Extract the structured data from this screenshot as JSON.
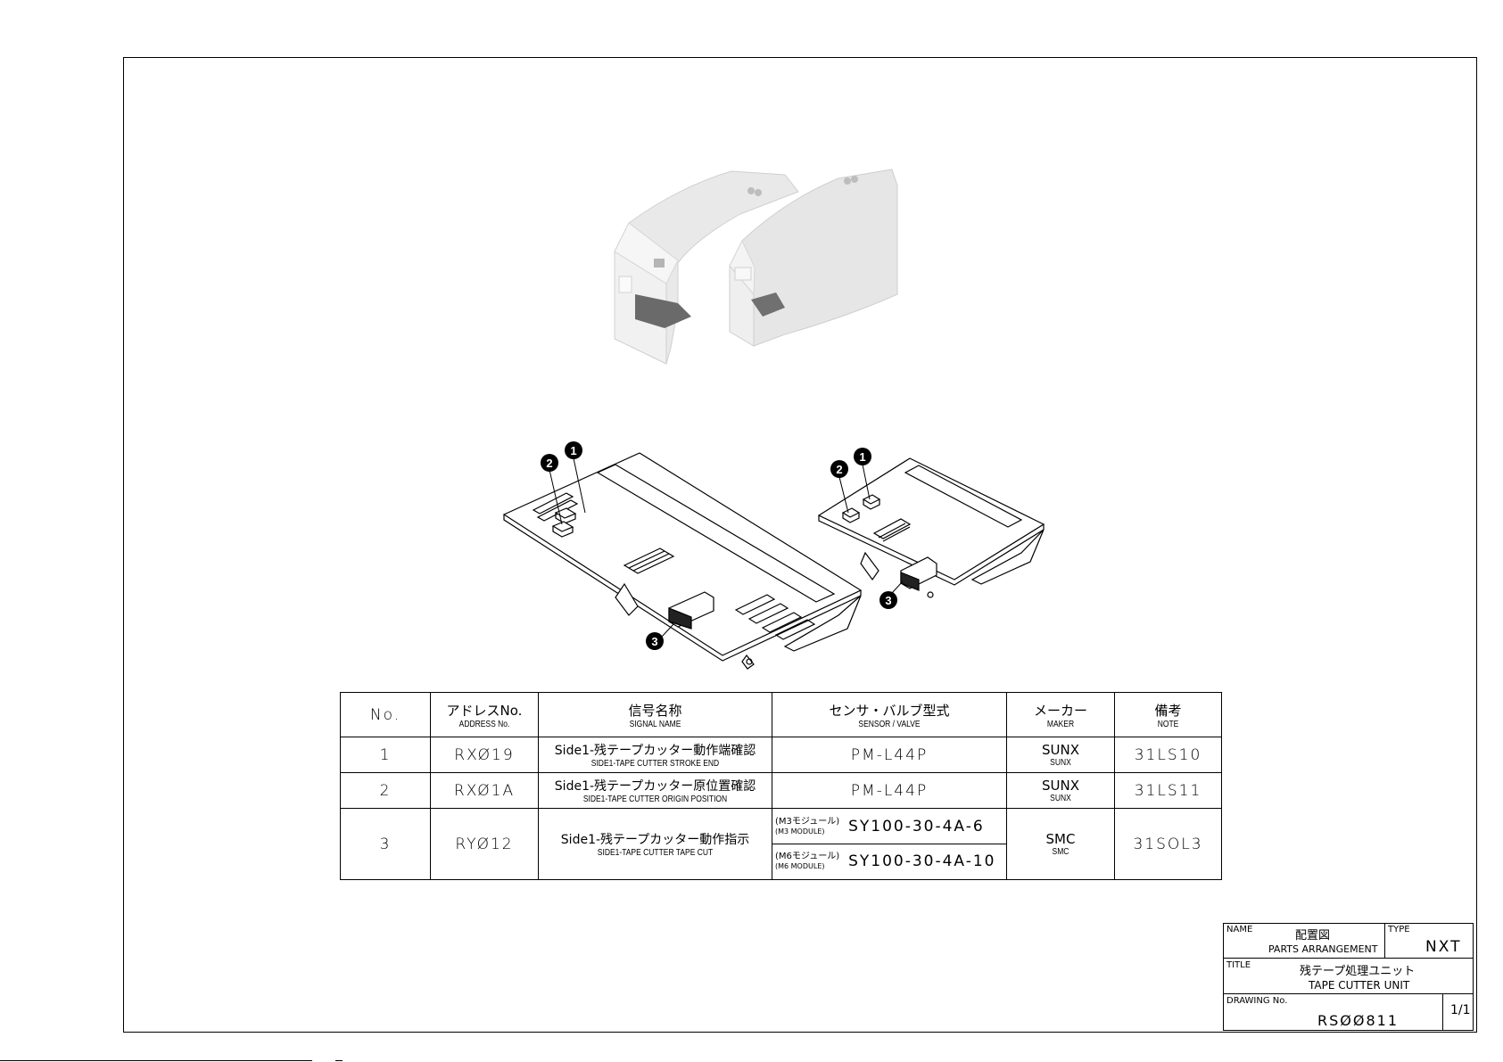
{
  "table": {
    "headers": [
      {
        "jp": "No.",
        "en": ""
      },
      {
        "jp": "アドレスNo.",
        "en": "ADDRESS No."
      },
      {
        "jp": "信号名称",
        "en": "SIGNAL NAME"
      },
      {
        "jp": "センサ・バルブ型式",
        "en": "SENSOR / VALVE"
      },
      {
        "jp": "メーカー",
        "en": "MAKER"
      },
      {
        "jp": "備考",
        "en": "NOTE"
      }
    ],
    "rows": [
      {
        "no": "1",
        "address": "RXØ19",
        "signal_jp": "Side1-残テープカッター動作端確認",
        "signal_en": "SIDE1-TAPE CUTTER STROKE END",
        "sensor": "PM-L44P",
        "maker": "SUNX",
        "maker_sub": "SUNX",
        "note": "31LS10"
      },
      {
        "no": "2",
        "address": "RXØ1A",
        "signal_jp": "Side1-残テープカッター原位置確認",
        "signal_en": "SIDE1-TAPE CUTTER ORIGIN POSITION",
        "sensor": "PM-L44P",
        "maker": "SUNX",
        "maker_sub": "SUNX",
        "note": "31LS11"
      },
      {
        "no": "3",
        "address": "RYØ12",
        "signal_jp": "Side1-残テープカッター動作指示",
        "signal_en": "SIDE1-TAPE CUTTER TAPE CUT",
        "valves": [
          {
            "tag_jp": "(M3モジュール)",
            "tag_en": "(M3 MODULE)",
            "value": "SY100-30-4A-6"
          },
          {
            "tag_jp": "(M6モジュール)",
            "tag_en": "(M6 MODULE)",
            "value": "SY100-30-4A-10"
          }
        ],
        "maker": "SMC",
        "maker_sub": "SMC",
        "note": "31SOL3"
      }
    ]
  },
  "callouts": [
    "1",
    "2",
    "3"
  ],
  "title_block": {
    "name_label": "NAME",
    "name_jp": "配置図",
    "name_en": "PARTS ARRANGEMENT",
    "type_label": "TYPE",
    "type_value": "NXT",
    "title_label": "TITLE",
    "title_jp": "残テープ処理ユニット",
    "title_en": "TAPE CUTTER UNIT",
    "drawing_label": "DRAWING No.",
    "drawing_no": "RSØØ811",
    "sheet": "1/1"
  }
}
